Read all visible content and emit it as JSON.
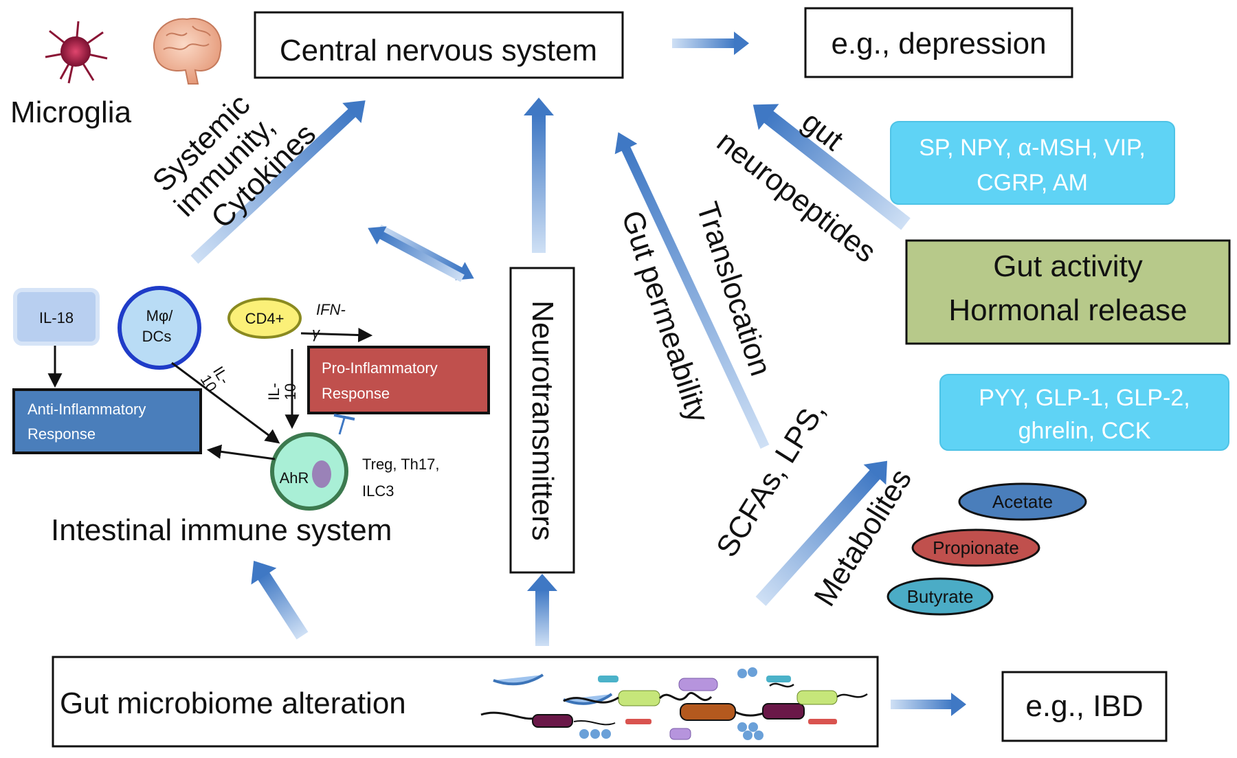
{
  "nodes": {
    "microglia_label": "Microglia",
    "cns": "Central nervous system",
    "depression": "e.g., depression",
    "ibd": "e.g., IBD",
    "gut_microbiome": "Gut microbiome alteration",
    "intestinal_immune": "Intestinal immune system",
    "neurotransmitters": "Neurotransmitters",
    "gut_activity_line1": "Gut activity",
    "gut_activity_line2": "Hormonal release",
    "neuropeptides_line1": "SP, NPY, α-MSH, VIP,",
    "neuropeptides_line2": "CGRP, AM",
    "hormones_line1": "PYY, GLP-1, GLP-2,",
    "hormones_line2": "ghrelin, CCK",
    "acetate": "Acetate",
    "propionate": "Propionate",
    "butyrate": "Butyrate"
  },
  "arrow_labels": {
    "systemic_line1": "Systemic",
    "systemic_line2": "immunity,",
    "systemic_line3": "Cytokines",
    "gut_permeability": "Gut permeability",
    "translocation": "Translocation",
    "gut": "gut",
    "neuropeptides": "neuropeptides",
    "scfas": "SCFAs, LPS,",
    "metabolites": "Metabolites"
  },
  "immune": {
    "il18": "IL-18",
    "mphi_line1": "Mφ/",
    "mphi_line2": "DCs",
    "cd4": "CD4+",
    "ifn_line1": "IFN-",
    "ifn_line2": "γ",
    "il10_a_line1": "IL-",
    "il10_a_line2": "10",
    "il10_b_line1": "IL-",
    "il10_b_line2": "10",
    "pro_line1": "Pro-Inflammatory",
    "pro_line2": "Response",
    "anti_line1": "Anti-Inflammatory",
    "anti_line2": "Response",
    "ahr": "AhR",
    "cells_line1": "Treg, Th17,",
    "cells_line2": "ILC3"
  },
  "colors": {
    "arrow_blue": "#4f86cc",
    "cyan_box": "#5fd3f5",
    "green_box": "#b7c98a",
    "pro_red": "#c0504d",
    "anti_blue": "#4a7ebb",
    "cell_green": "#a9efd6"
  }
}
